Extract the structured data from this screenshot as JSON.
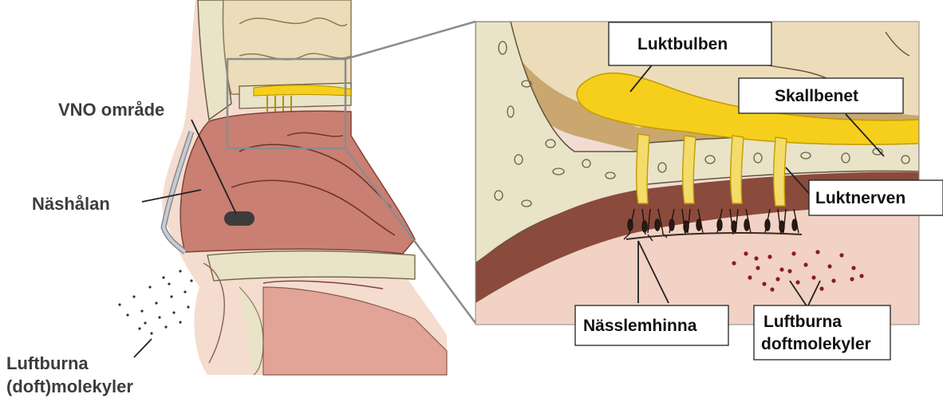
{
  "labels": {
    "vno": "VNO område",
    "nasal_cavity": "Näshålan",
    "airborne_left_line1": "Luftburna",
    "airborne_left_line2": "(doft)molekyler",
    "olfactory_bulb": "Luktbulben",
    "skull_bone": "Skallbenet",
    "olfactory_nerve": "Luktnerven",
    "nasal_mucosa": "Nässlemhinna",
    "airborne_right_line1": "Luftburna",
    "airborne_right_line2": "doftmolekyler"
  },
  "colors": {
    "mucosa": "#c97f72",
    "mucosa_dark": "#8a4a3c",
    "bone": "#e9e3c8",
    "brain": "#ecdcb9",
    "bulb": "#f6cf1c",
    "skin": "#f1d2c4",
    "molecule": "#8b1a2a",
    "zoom_box": "#8c8c8c"
  }
}
